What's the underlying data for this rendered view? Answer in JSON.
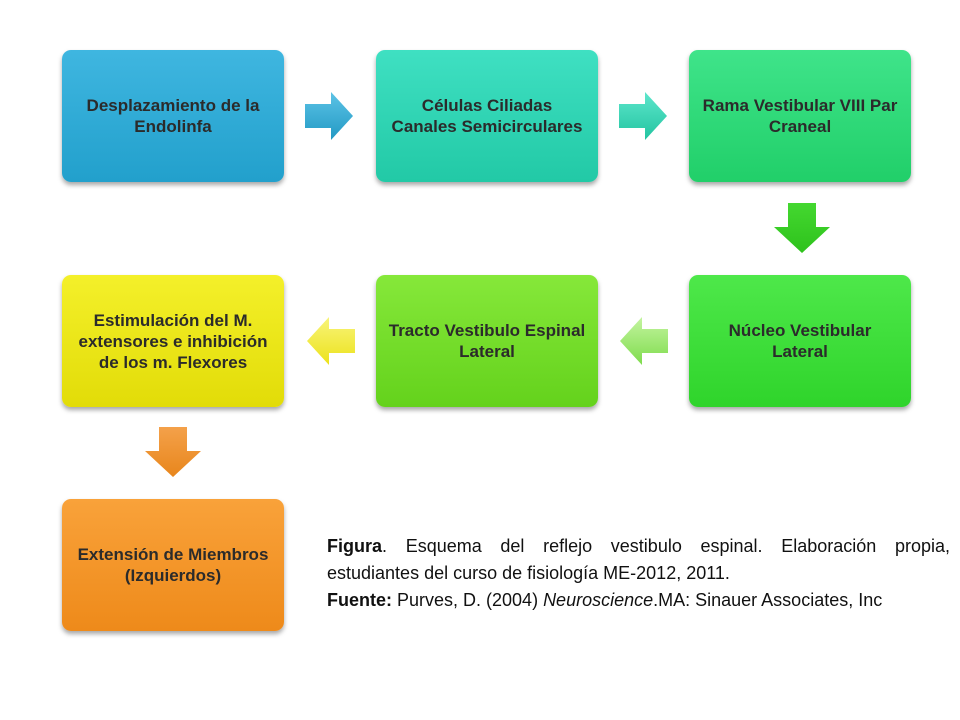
{
  "nodes": {
    "n1": "Desplazamiento de la Endolinfa",
    "n2": "Células Ciliadas Canales Semicirculares",
    "n3": "Rama Vestibular VIII Par Craneal",
    "n4": "Núcleo Vestibular Lateral",
    "n5": "Tracto Vestibulo Espinal Lateral",
    "n6": "Estimulación del M. extensores e inhibición de los m. Flexores",
    "n7": "Extensión de Miembros (Izquierdos)"
  },
  "caption": {
    "figure_label": "Figura",
    "figure_text": ". Esquema del reflejo vestibulo espinal. Elaboración propia, estudiantes del curso de fisiología ME-2012, 2011.",
    "source_label": "Fuente:",
    "source_pre": " Purves, D. (2004) ",
    "source_title": "Neuroscience",
    "source_post": ".MA: Sinauer Associates, Inc"
  },
  "colors": {
    "n1": "#2aa8d4",
    "n2": "#2cd1b0",
    "n3": "#27d675",
    "n4": "#38d834",
    "n5": "#72d82a",
    "n6": "#ebe518",
    "n7": "#f2922a"
  },
  "arrow_icons": [
    "right-arrow-icon",
    "right-arrow-icon",
    "down-arrow-icon",
    "left-arrow-icon",
    "left-arrow-icon",
    "down-arrow-icon"
  ]
}
